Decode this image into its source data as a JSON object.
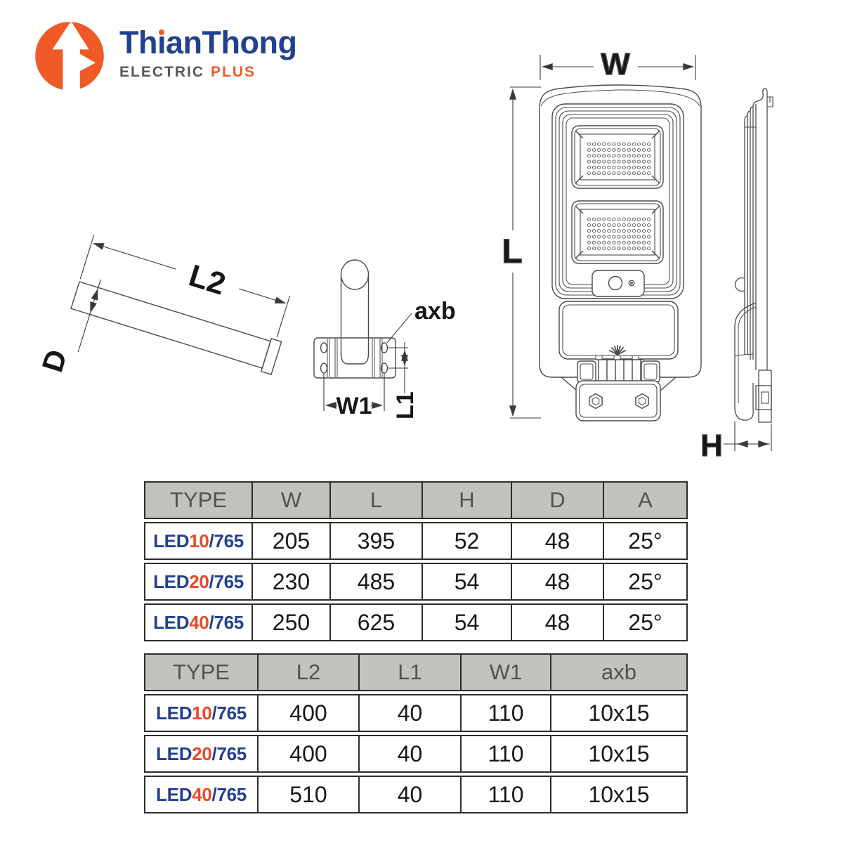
{
  "logo": {
    "brand": "ThianThong",
    "brand_part1": "Th",
    "brand_part2": "ı",
    "brand_part3": "anThong",
    "subtitle_part1": "ELECTRIC",
    "subtitle_part2": "PLUS",
    "colors": {
      "orange": "#f05a28",
      "blue": "#21418f",
      "gray": "#57585a"
    }
  },
  "diagram": {
    "labels": {
      "w": "W",
      "l": "L",
      "h": "H",
      "l2": "L2",
      "d": "D",
      "w1": "W1",
      "l1": "L1",
      "axb": "axb"
    }
  },
  "tables": [
    {
      "headers": [
        "TYPE",
        "W",
        "L",
        "H",
        "D",
        "A"
      ],
      "rows": [
        {
          "type_led": "LED",
          "type_num": "10",
          "type_suffix": "/765",
          "values": [
            "205",
            "395",
            "52",
            "48",
            "25°"
          ]
        },
        {
          "type_led": "LED",
          "type_num": "20",
          "type_suffix": "/765",
          "values": [
            "230",
            "485",
            "54",
            "48",
            "25°"
          ]
        },
        {
          "type_led": "LED",
          "type_num": "40",
          "type_suffix": "/765",
          "values": [
            "250",
            "625",
            "54",
            "48",
            "25°"
          ]
        }
      ]
    },
    {
      "headers": [
        "TYPE",
        "L2",
        "L1",
        "W1",
        "axb"
      ],
      "rows": [
        {
          "type_led": "LED",
          "type_num": "10",
          "type_suffix": "/765",
          "values": [
            "400",
            "40",
            "110",
            "10x15"
          ]
        },
        {
          "type_led": "LED",
          "type_num": "20",
          "type_suffix": "/765",
          "values": [
            "400",
            "40",
            "110",
            "10x15"
          ]
        },
        {
          "type_led": "LED",
          "type_num": "40",
          "type_suffix": "/765",
          "values": [
            "510",
            "40",
            "110",
            "10x15"
          ]
        }
      ]
    }
  ],
  "style_colors": {
    "table_header_bg": "#c3c2be",
    "table_border": "#2d2d2b",
    "line": "#4a4a4a"
  }
}
